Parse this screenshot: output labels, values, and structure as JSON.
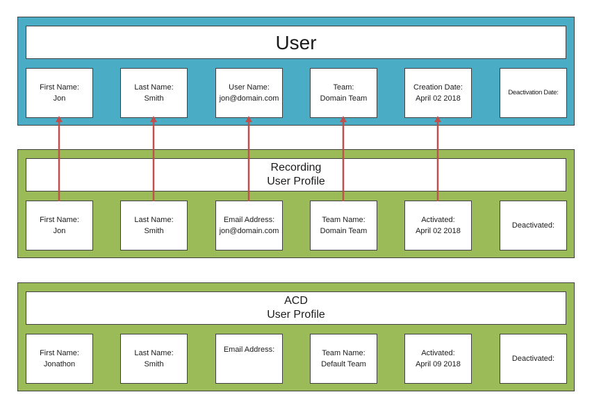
{
  "colors": {
    "user_panel": "#4bacc6",
    "profile_panel": "#9bbb59",
    "arrow": "#c0504d",
    "border": "#3f3f3f"
  },
  "user": {
    "title": "User",
    "fields": [
      {
        "label": "First Name:",
        "value": "Jon"
      },
      {
        "label": "Last Name:",
        "value": "Smith"
      },
      {
        "label": "User Name:",
        "value": "jon@domain.com"
      },
      {
        "label": "Team:",
        "value": "Domain Team"
      },
      {
        "label": "Creation Date:",
        "value": "April 02 2018"
      },
      {
        "label": "Deactivation Date:",
        "value": ""
      }
    ]
  },
  "recording": {
    "title_line1": "Recording",
    "title_line2": "User Profile",
    "fields": [
      {
        "label": "First Name:",
        "value": "Jon"
      },
      {
        "label": "Last Name:",
        "value": "Smith"
      },
      {
        "label": "Email Address:",
        "value": "jon@domain.com"
      },
      {
        "label": "Team Name:",
        "value": "Domain Team"
      },
      {
        "label": "Activated:",
        "value": "April 02 2018"
      },
      {
        "label": "Deactivated:",
        "value": ""
      }
    ]
  },
  "acd": {
    "title_line1": "ACD",
    "title_line2": "User Profile",
    "fields": [
      {
        "label": "First Name:",
        "value": "Jonathon"
      },
      {
        "label": "Last Name:",
        "value": "Smith"
      },
      {
        "label": "Email Address:",
        "value": ""
      },
      {
        "label": "Team Name:",
        "value": "Default Team"
      },
      {
        "label": "Activated:",
        "value": "April 09 2018"
      },
      {
        "label": "Deactivated:",
        "value": ""
      }
    ]
  }
}
